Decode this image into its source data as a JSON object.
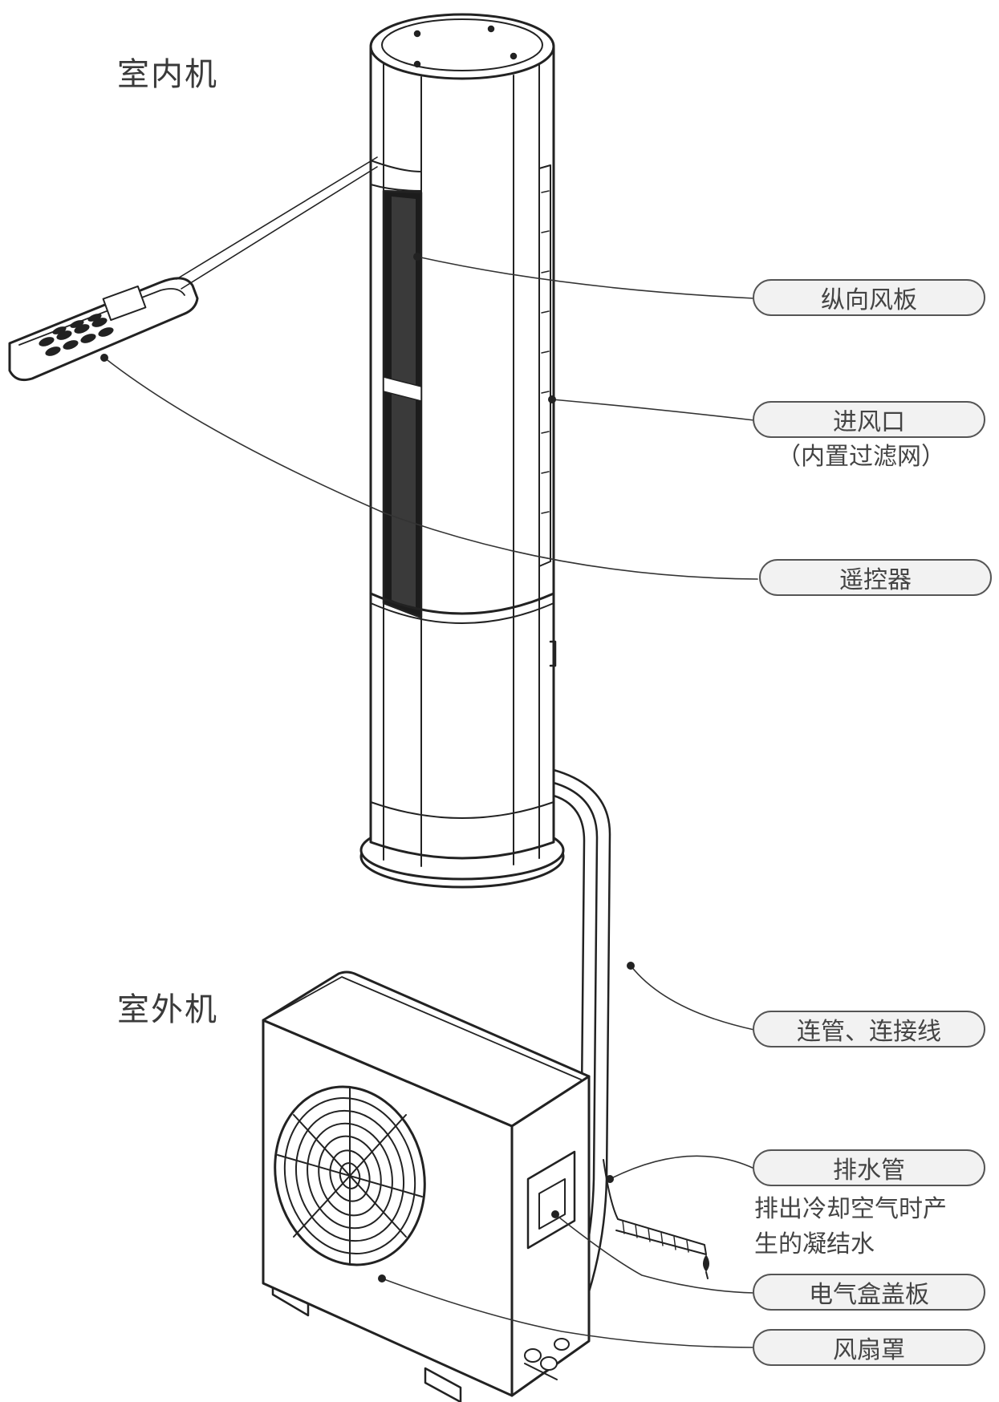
{
  "titles": {
    "indoor": "室内机",
    "outdoor": "室外机"
  },
  "labels": {
    "louver": "纵向风板",
    "air_inlet": "进风口",
    "air_inlet_note": "（内置过滤网）",
    "remote": "遥控器",
    "piping": "连管、连接线",
    "drain_pipe": "排水管",
    "drain_note_1": "排出冷却空气时产",
    "drain_note_2": "生的凝结水",
    "electric_box": "电气盒盖板",
    "fan_guard": "风扇罩"
  }
}
